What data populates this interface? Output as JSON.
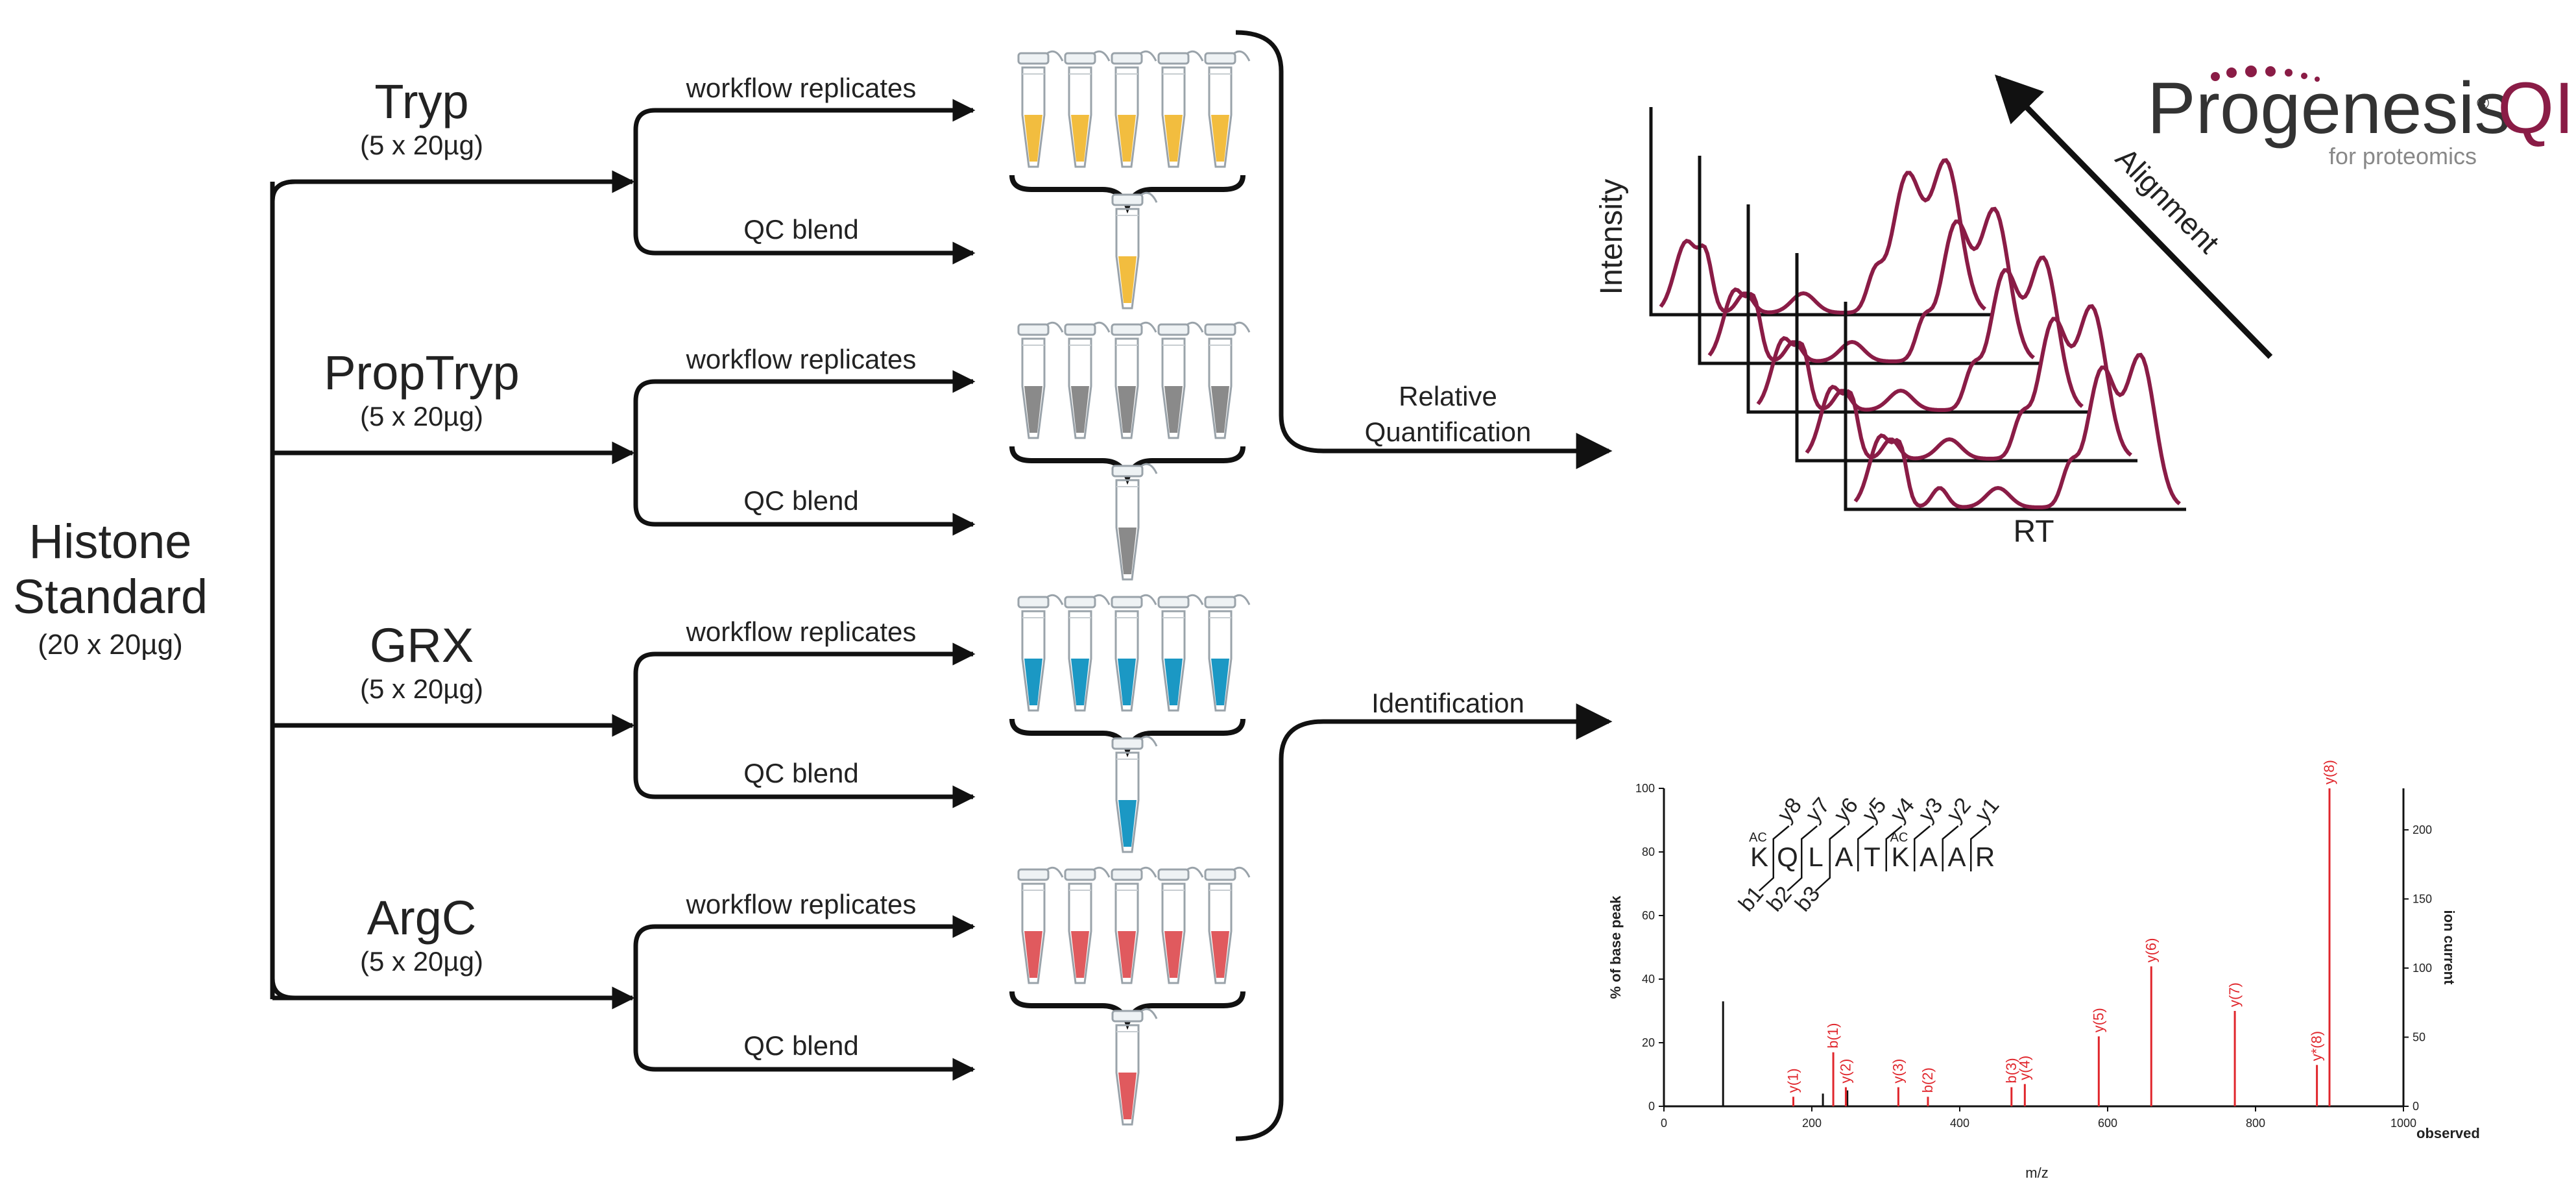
{
  "source": {
    "title_line1": "Histone",
    "title_line2": "Standard",
    "amount": "(20 x 20µg)"
  },
  "methods": [
    {
      "name": "Tryp",
      "amount": "(5 x 20µg)",
      "color": "#f2bd3f"
    },
    {
      "name": "PropTryp",
      "amount": "(5 x 20µg)",
      "color": "#8a8a8a"
    },
    {
      "name": "GRX",
      "amount": "(5 x 20µg)",
      "color": "#1b98c4"
    },
    {
      "name": "ArgC",
      "amount": "(5 x 20µg)",
      "color": "#e05a5e"
    }
  ],
  "branch_labels": {
    "replicates": "workflow replicates",
    "qc": "QC blend"
  },
  "outputs": {
    "quant_line1": "Relative",
    "quant_line2": "Quantification",
    "ident": "Identification"
  },
  "quant_plot": {
    "ylabel": "Intensity",
    "xlabel": "RT",
    "arrow_label": "Alignment",
    "line_color": "#8a1c46"
  },
  "brand": {
    "name": "Progenesis",
    "suffix": "QI",
    "registered": "®",
    "tagline": "for proteomics",
    "color": "#8a1c46"
  },
  "peptide": {
    "residues": [
      "K",
      "Q",
      "L",
      "A",
      "T",
      "K",
      "A",
      "A",
      "R"
    ],
    "modifications": [
      {
        "position": 1,
        "label": "AC"
      },
      {
        "position": 6,
        "label": "AC"
      }
    ],
    "y_ions": [
      "y8",
      "y7",
      "y6",
      "y5",
      "y4",
      "y3",
      "y2",
      "y1"
    ],
    "b_ions": [
      "b1",
      "b2",
      "b3"
    ]
  },
  "chart_data": {
    "type": "bar",
    "xlabel": "m/z",
    "ylabel": "% of base peak",
    "y2label": "ion current",
    "corner_label": "observed",
    "xlim": [
      0,
      1000
    ],
    "ylim": [
      0,
      100
    ],
    "y2lim": [
      0,
      230
    ],
    "x_ticks": [
      0,
      200,
      400,
      600,
      800,
      1000
    ],
    "y_ticks": [
      0,
      20,
      40,
      60,
      80,
      100
    ],
    "y2_ticks": [
      0,
      50,
      100,
      150,
      200
    ],
    "unlabeled_peaks": [
      {
        "x": 80,
        "y": 33
      },
      {
        "x": 215,
        "y": 4
      },
      {
        "x": 248,
        "y": 5
      }
    ],
    "labeled_peaks": [
      {
        "label": "y(1)",
        "x": 175,
        "y": 3
      },
      {
        "label": "b(1)",
        "x": 229,
        "y": 17
      },
      {
        "label": "y(2)",
        "x": 246,
        "y": 6
      },
      {
        "label": "y(3)",
        "x": 317,
        "y": 6
      },
      {
        "label": "b(2)",
        "x": 357,
        "y": 3
      },
      {
        "label": "b(3)",
        "x": 470,
        "y": 6
      },
      {
        "label": "y(4)",
        "x": 488,
        "y": 7
      },
      {
        "label": "y(5)",
        "x": 588,
        "y": 22
      },
      {
        "label": "y(6)",
        "x": 659,
        "y": 44
      },
      {
        "label": "y(7)",
        "x": 772,
        "y": 30
      },
      {
        "label": "y*(8)",
        "x": 883,
        "y": 13
      },
      {
        "label": "y(8)",
        "x": 900,
        "y": 100
      }
    ]
  }
}
